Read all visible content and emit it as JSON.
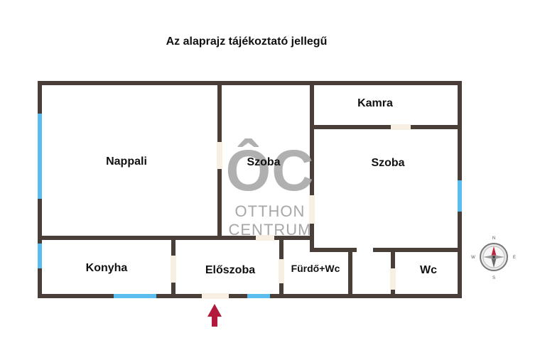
{
  "title": "Az alaprajz tájékoztató jellegű",
  "rooms": {
    "nappali": "Nappali",
    "szoba1": "Szoba",
    "kamra": "Kamra",
    "szoba2": "Szoba",
    "konyha": "Konyha",
    "eloszoba": "Előszoba",
    "furdo": "Fürdő+Wc",
    "wc": "Wc"
  },
  "watermark": {
    "logo": "ÔC",
    "line1": "OTTHON",
    "line2": "CENTRUM"
  },
  "compass": {
    "north": "N",
    "south": "S",
    "east": "E",
    "west": "W"
  },
  "colors": {
    "wall": "#4a3f38",
    "window": "#5bbdee",
    "door": "#f7efe2",
    "entrance_arrow": "#b3193a",
    "watermark": "#a7a7a7"
  }
}
